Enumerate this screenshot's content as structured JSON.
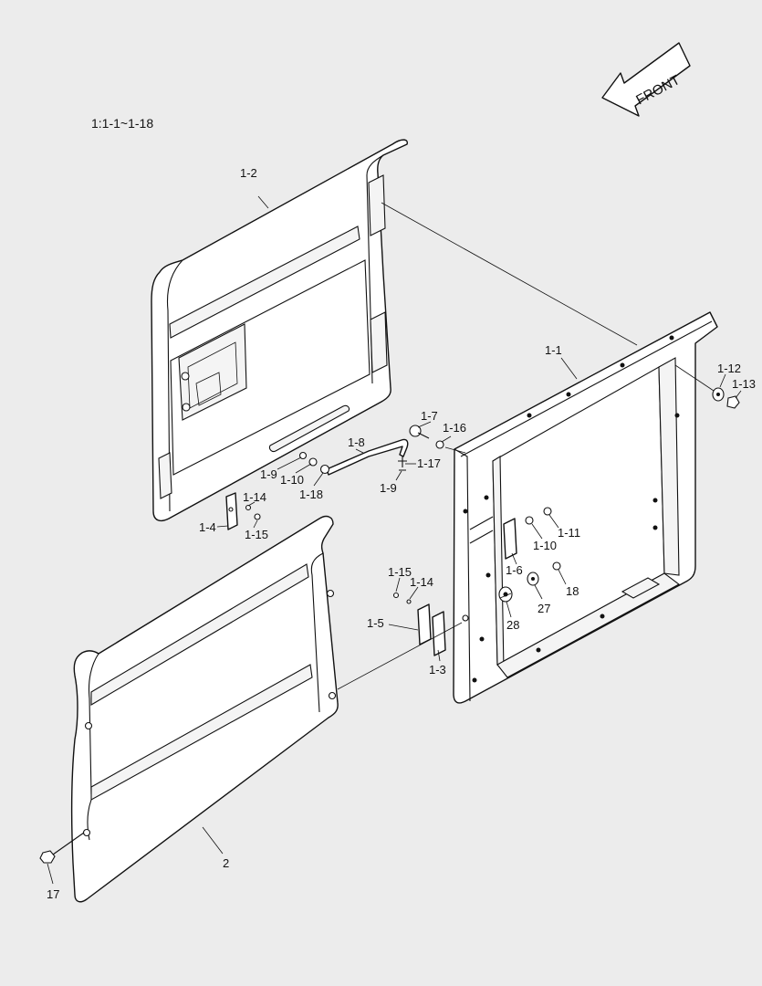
{
  "sheet_ref": "1:1-1~1-18",
  "direction_marker": {
    "text": "FRONT",
    "icon": "arrow-left-icon"
  },
  "callouts": {
    "c_1_2": "1-2",
    "c_1_1": "1-1",
    "c_1_12": "1-12",
    "c_1_13": "1-13",
    "c_1_7": "1-7",
    "c_1_16": "1-16",
    "c_1_8": "1-8",
    "c_1_17": "1-17",
    "c_1_9a": "1-9",
    "c_1_10a": "1-10",
    "c_1_18": "1-18",
    "c_1_9b": "1-9",
    "c_1_14a": "1-14",
    "c_1_4": "1-4",
    "c_1_15a": "1-15",
    "c_1_11": "1-11",
    "c_1_10b": "1-10",
    "c_1_6": "1-6",
    "c_18": "18",
    "c_27": "27",
    "c_28": "28",
    "c_1_15b": "1-15",
    "c_1_14b": "1-14",
    "c_1_5": "1-5",
    "c_1_3": "1-3",
    "c_2": "2",
    "c_17": "17"
  }
}
